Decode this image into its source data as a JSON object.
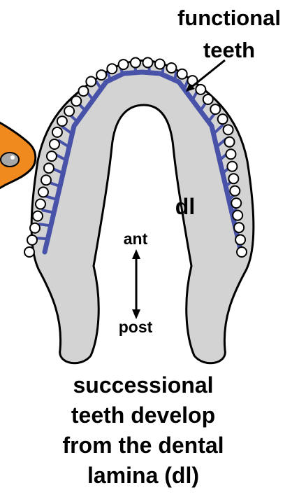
{
  "labels": {
    "functional_line1": "functional",
    "functional_line2": "teeth",
    "dl": "dl",
    "ant": "ant",
    "post": "post",
    "caption_line1": "successional",
    "caption_line2": "teeth develop",
    "caption_line3": "from the dental",
    "caption_line4": "lamina (dl)"
  },
  "colors": {
    "jaw_fill": "#d3d3d3",
    "outline": "#000000",
    "lamina": "#4752a8",
    "tooth_fill": "#ffffff",
    "head_fill": "#f08a1e",
    "eye_fill": "#a7a7a7"
  },
  "icons": {
    "animal_head": "reptile-head-icon"
  }
}
